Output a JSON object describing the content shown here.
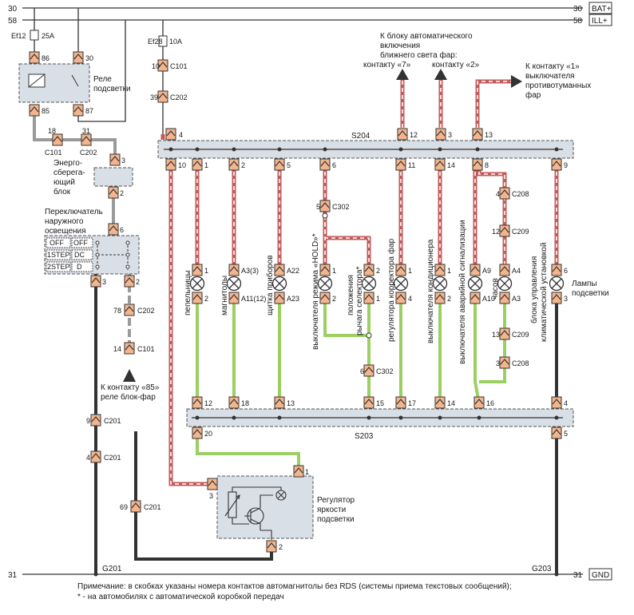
{
  "rails": {
    "bat": {
      "num": "30",
      "tag": "BAT+"
    },
    "ill": {
      "num": "58",
      "tag": "ILL+"
    },
    "gnd": {
      "num": "31",
      "tag": "GND"
    }
  },
  "fuses": {
    "ef12": {
      "name": "Ef12",
      "rating": "25A"
    },
    "ef28": {
      "name": "Ef28",
      "rating": "10A"
    }
  },
  "relay": {
    "label_line1": "Реле",
    "label_line2": "подсветки",
    "pins": [
      "86",
      "30",
      "85",
      "87"
    ]
  },
  "connectors": {
    "c101_10": "C101",
    "c202_39": "C202",
    "c101_18": "C101",
    "c202_31": "C202",
    "c302_5": "C302",
    "c302_6": "C302",
    "c208_4": "C208",
    "c209_12": "C209",
    "c209_13": "C209",
    "c208_3": "C208",
    "c202_78": "C202",
    "c101_14": "C101",
    "c201_9": "C201",
    "c201_4": "C201",
    "c201_69": "C201"
  },
  "pin_numbers": {
    "c101_10": "10",
    "c202_39": "39",
    "c101_18": "18",
    "c202_31": "31",
    "c302_5": "5",
    "c302_6": "6",
    "c208_4": "4",
    "c209_12": "12",
    "c209_13": "13",
    "c208_3": "3",
    "c202_78": "78",
    "c101_14": "14",
    "c201_9": "9",
    "c201_4": "4",
    "c201_69": "69"
  },
  "splices": {
    "s204": "S204",
    "s203": "S203"
  },
  "grounds": {
    "g201": "G201",
    "g203": "G203"
  },
  "energy_block": {
    "line1": "Энерго-",
    "line2": "сберега-",
    "line3": "ющий",
    "line4": "блок"
  },
  "light_switch": {
    "line1": "Переключатель",
    "line2": "наружного",
    "line3": "освещения",
    "positions": [
      "OFF",
      "OFF",
      "1STEP",
      "DC",
      "2STEP",
      "D"
    ]
  },
  "top_notes": {
    "auto_block_line1": "К блоку автоматического",
    "auto_block_line2": "включения",
    "auto_block_line3": "ближнего света фар:",
    "contact7": "контакту «7»",
    "contact2": "контакту «2»",
    "fog_line1": "К контакту «1»",
    "fog_line2": "выключателя",
    "fog_line3": "противотуманных",
    "fog_line4": "фар"
  },
  "headlamp_relay_note": {
    "line1": "К контакту «85»",
    "line2": "реле блок-фар"
  },
  "lamp_labels": {
    "ashtray": "пепельницы",
    "radio": "магнитолы",
    "cluster": "щитка приборов",
    "hold_switch": "выключателя режима «HOLD»*",
    "selector_line1": "положения",
    "selector_line2": "рычага селектора*",
    "headlight_corrector": "регулятора корректора фар",
    "ac_switch": "выключателя кондиционера",
    "hazard_switch": "выключателя аварийной сигнализации",
    "clock": "часов",
    "climate_line1": "блока управления",
    "climate_line2": "климатической установкой",
    "lamps_line1": "Лампы",
    "lamps_line2": "подсветки"
  },
  "lamp_pins": {
    "l1": [
      "1",
      "2"
    ],
    "l2": [
      "A3(3)",
      "A11(12)"
    ],
    "l3": [
      "A22",
      "A23"
    ],
    "l4": [
      "1",
      "2"
    ],
    "l5": [
      "2",
      "1"
    ],
    "l6": [
      "1",
      "4"
    ],
    "l7": [
      "1",
      "2"
    ],
    "l8": [
      "A9",
      "A10"
    ],
    "l9": [
      "A4",
      "A3"
    ],
    "l10": [
      "6",
      "3"
    ]
  },
  "s204_top_pins": [
    "4",
    "12",
    "3",
    "13"
  ],
  "s204_bottom_pins": [
    "10",
    "1",
    "2",
    "5",
    "6",
    "11",
    "14",
    "8",
    "9"
  ],
  "s203_top_pins": [
    "12",
    "18",
    "13",
    "15",
    "17",
    "14",
    "16",
    "4"
  ],
  "s203_bottom_pins": [
    "20",
    "5"
  ],
  "switch_pins": {
    "top": "3",
    "bottom": "2",
    "in": "6",
    "out_left": "3",
    "out_right": "2"
  },
  "dimmer": {
    "line1": "Регулятор",
    "line2": "яркости",
    "line3": "подсветки",
    "pins": [
      "1",
      "3",
      "2"
    ]
  },
  "note": {
    "line1": "Примечание: в скобках указаны номера контактов автомагнитолы без RDS (системы приема текстовых сообщений);",
    "line2": "* - на автомобилях с автоматической коробкой передач"
  },
  "wire_colors": {
    "red": "#c45a5a",
    "white": "#ffffff",
    "green": "#9ccf62",
    "gray": "#9a9a9a",
    "black": "#333333",
    "connector": "#f2b58e"
  }
}
